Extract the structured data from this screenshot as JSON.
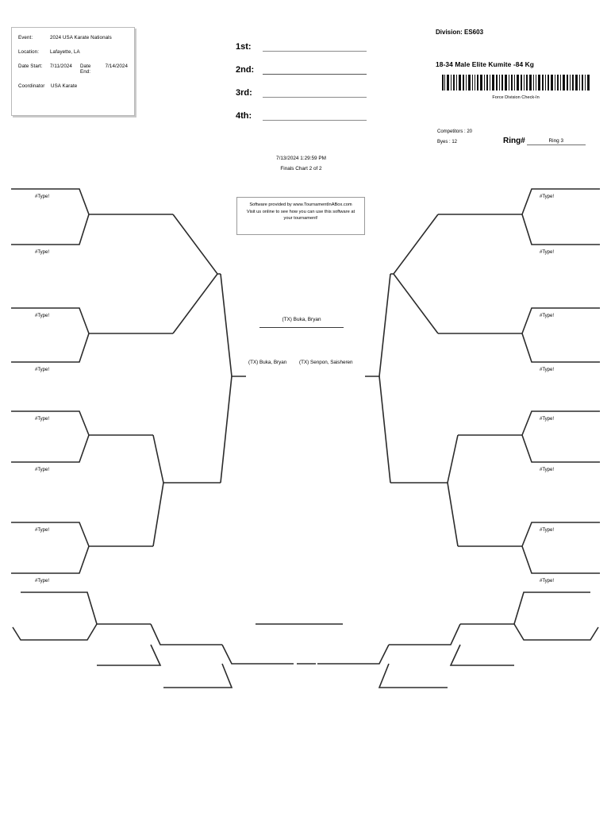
{
  "event": {
    "rows": [
      {
        "label": "Event:",
        "value": "2024 USA Karate Nationals"
      },
      {
        "label": "Location:",
        "value": "Lafayette, LA"
      },
      {
        "label": "Date Start:",
        "value": "7/11/2024",
        "label2": "Date End:",
        "value2": "7/14/2024"
      },
      {
        "label": "Coordinator",
        "value": "USA Karate"
      }
    ]
  },
  "places": [
    {
      "label": "1st:",
      "value": ""
    },
    {
      "label": "2nd:",
      "value": ""
    },
    {
      "label": "3rd:",
      "value": ""
    },
    {
      "label": "4th:",
      "value": ""
    }
  ],
  "stamp": {
    "timestamp": "7/13/2024 1:29:59 PM",
    "chart": "Finals Chart 2 of 2"
  },
  "software": {
    "line1": "Software provided by www.TournamentInABox.com",
    "line2": "Visit us online to see how you can use this software at",
    "line3": "your tournament!"
  },
  "division": {
    "code_label": "Division: ES603",
    "title": "18-34 Male Elite Kumite -84 Kg",
    "barcode_caption": "Force Division Check-In",
    "competitors": "Competitors : 20",
    "byes": "Byes : 12",
    "ring_label": "Ring#",
    "ring_value": "Ring 3"
  },
  "finals": {
    "champion": "(TX) Buka, Bryan",
    "finalist_left": "(TX) Buka, Bryan",
    "finalist_right": "(TX) Senpon, Saisheren"
  },
  "bracket": {
    "empty_slot": "#Type!",
    "left_slots": [
      "#Type!",
      "#Type!",
      "#Type!",
      "#Type!",
      "#Type!",
      "#Type!",
      "#Type!",
      "#Type!"
    ],
    "right_slots": [
      "#Type!",
      "#Type!",
      "#Type!",
      "#Type!",
      "#Type!",
      "#Type!",
      "#Type!",
      "#Type!"
    ],
    "consolation_slots": [
      "",
      "",
      "",
      "",
      "",
      "",
      "",
      ""
    ]
  },
  "colors": {
    "line": "#2b2b2b",
    "rule": "#8a8a8a",
    "box_border": "#b9b9b9"
  }
}
